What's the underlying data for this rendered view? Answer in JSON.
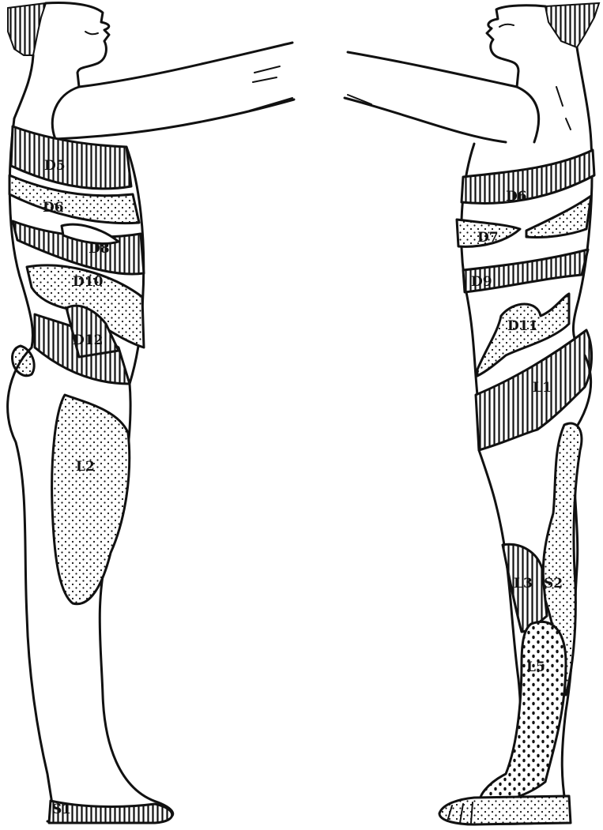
{
  "diagram": {
    "left_figure": {
      "labels": [
        "D5",
        "D6",
        "D8",
        "D10",
        "D12",
        "L2",
        "S1"
      ]
    },
    "right_figure": {
      "labels": [
        "D6",
        "D7",
        "D9",
        "D11",
        "L1",
        "L3",
        "S2",
        "L5"
      ]
    },
    "colors": {
      "ink": "#111111",
      "paper": "#ffffff"
    }
  }
}
